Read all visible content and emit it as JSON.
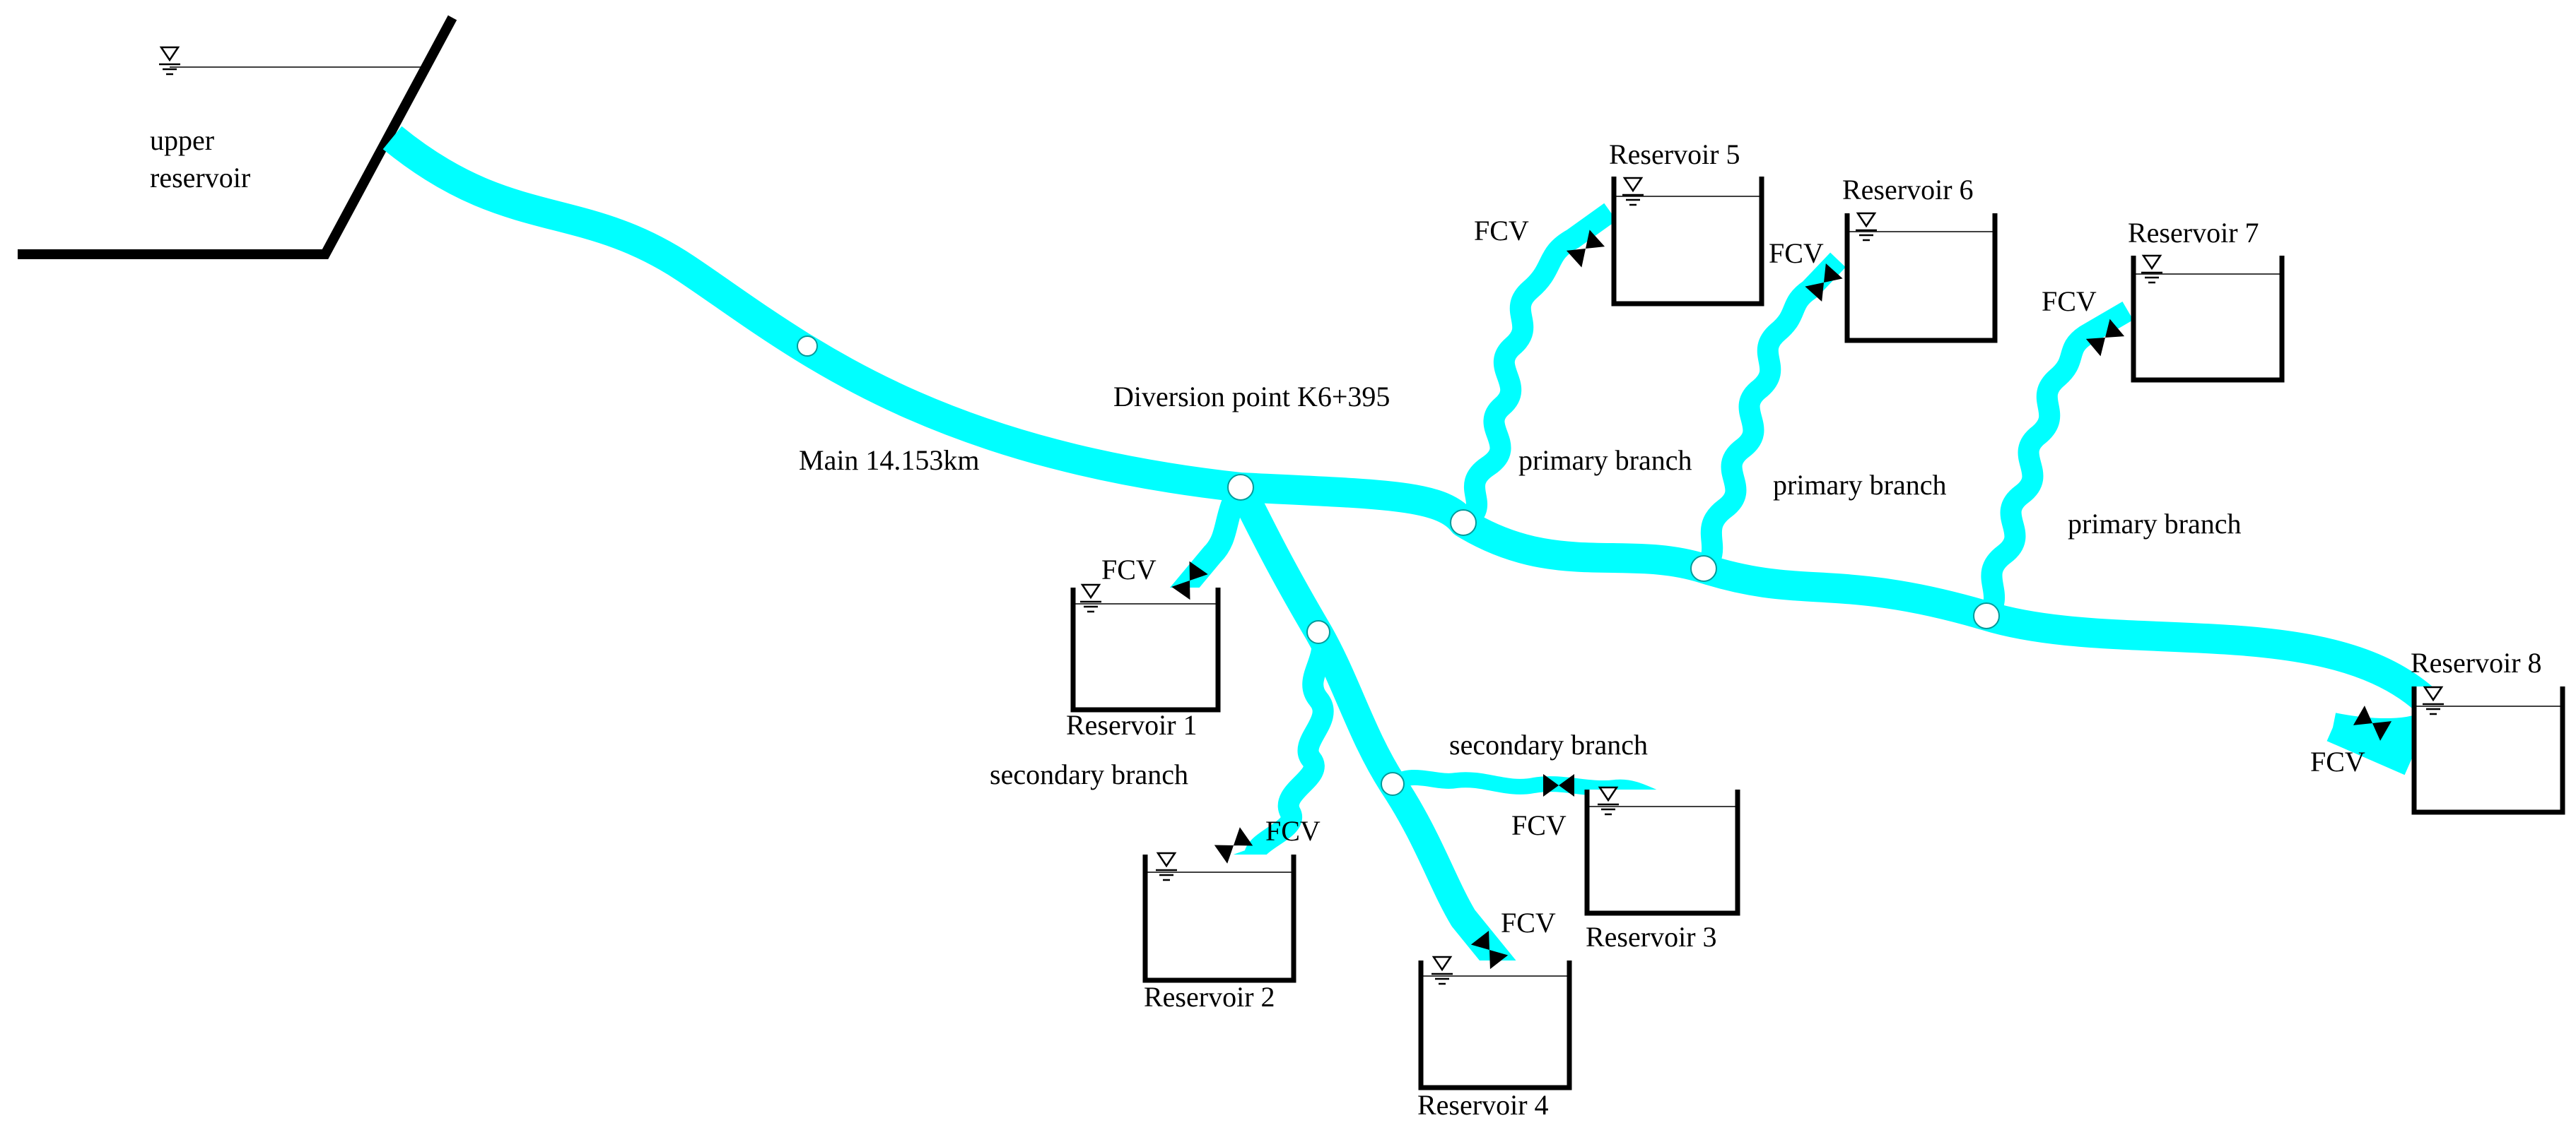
{
  "upper_reservoir": {
    "line1": "upper",
    "line2": "reservoir"
  },
  "main": {
    "label": "Main 14.153km"
  },
  "diversion": {
    "label": "Diversion point K6+395"
  },
  "branches": {
    "primary_1": "primary branch",
    "primary_2": "primary branch",
    "primary_3": "primary branch",
    "secondary_1": "secondary branch",
    "secondary_2": "secondary branch"
  },
  "reservoirs": [
    {
      "name": "Reservoir 1"
    },
    {
      "name": "Reservoir 2"
    },
    {
      "name": "Reservoir 3"
    },
    {
      "name": "Reservoir 4"
    },
    {
      "name": "Reservoir 5"
    },
    {
      "name": "Reservoir 6"
    },
    {
      "name": "Reservoir 7"
    },
    {
      "name": "Reservoir 8"
    }
  ],
  "valve_label": "FCV",
  "colors": {
    "pipe": "#00ffff",
    "structure": "#000000",
    "junction": "#ffffff"
  }
}
